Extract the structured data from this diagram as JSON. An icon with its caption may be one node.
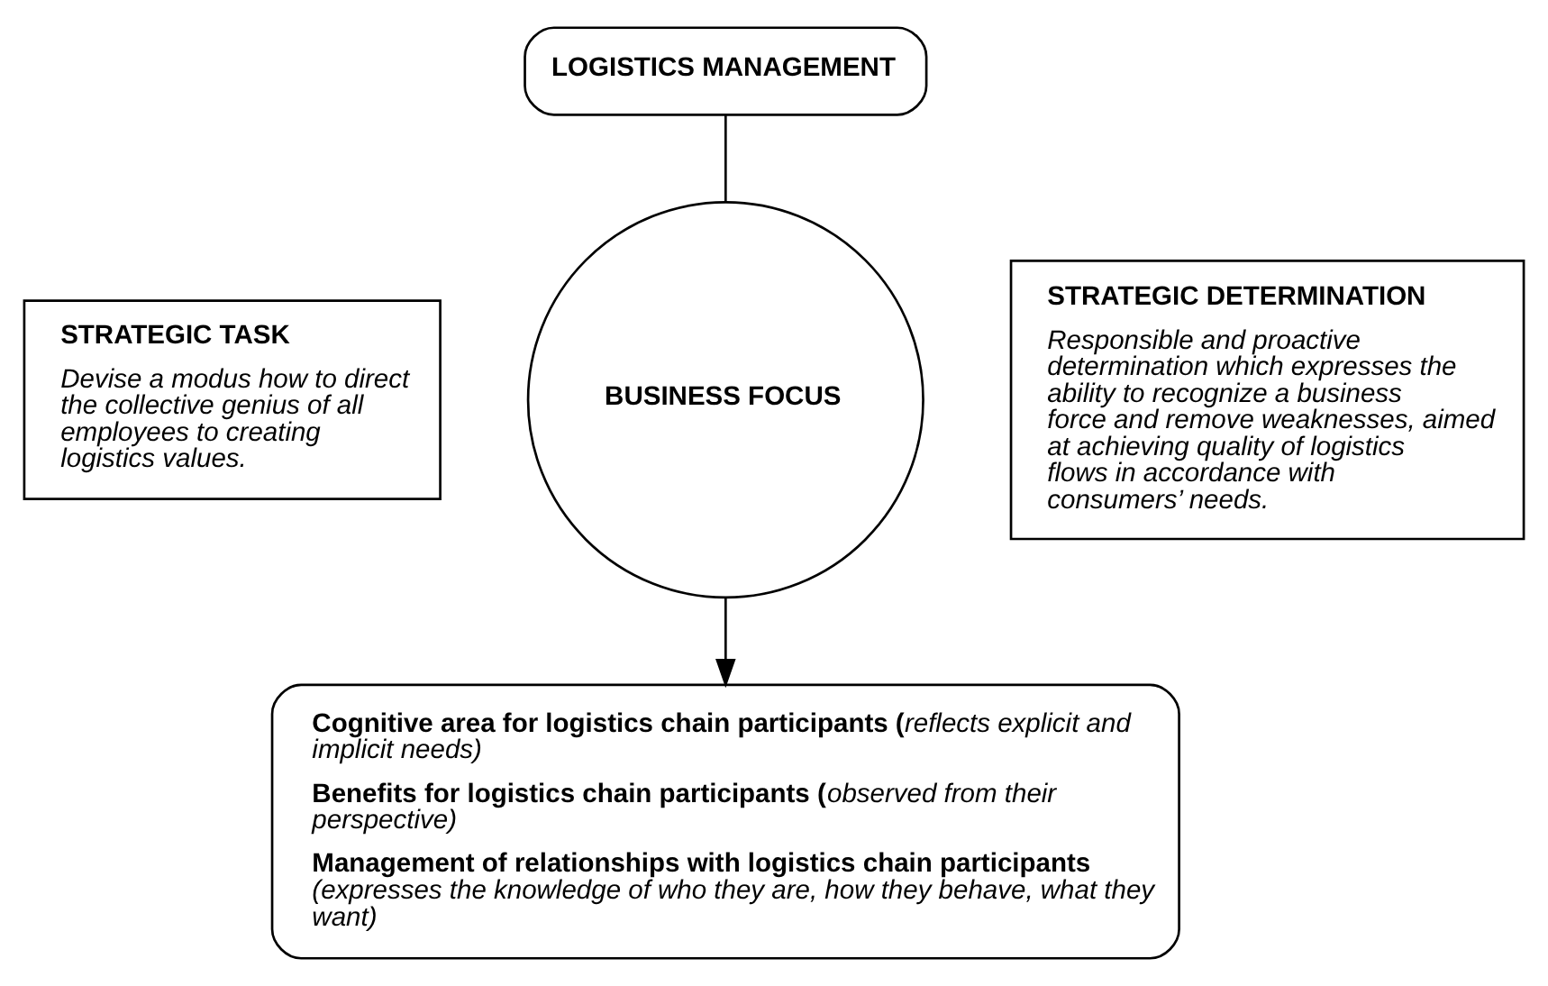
{
  "diagram": {
    "nodes": [
      {
        "text": [
          "LOGISTICS MANAGEMENT"
        ]
      },
      {
        "text": [
          "STRATEGIC TASK",
          "Devise a modus how to direct the collective genius of all employees to creating logistics values."
        ]
      },
      {
        "text": [
          "BUSINESS FOCUS"
        ]
      },
      {
        "text": [
          "STRATEGIC DETERMINATION",
          "Responsible and proactive determination which expresses the ability to recognize a business force and remove weaknesses, aimed at achieving quality of logistics flows in accordance with consumers’ needs."
        ]
      },
      {
        "text": [
          "**Cognitive area for logistics chain participants** (*reflects explicit and implicit needs*)",
          "**Benefits for logistics chain participants** (*observed from their perspective*)",
          "**Management of relationships with logistics chain participants** (*expresses the knowledge of who they are, how they behave, what they want*)"
        ]
      }
    ],
    "edges": [
      {
        "from": 0,
        "to": 2,
        "arrow": "none"
      },
      {
        "from": 2,
        "to": 4,
        "arrow": "to"
      }
    ]
  }
}
